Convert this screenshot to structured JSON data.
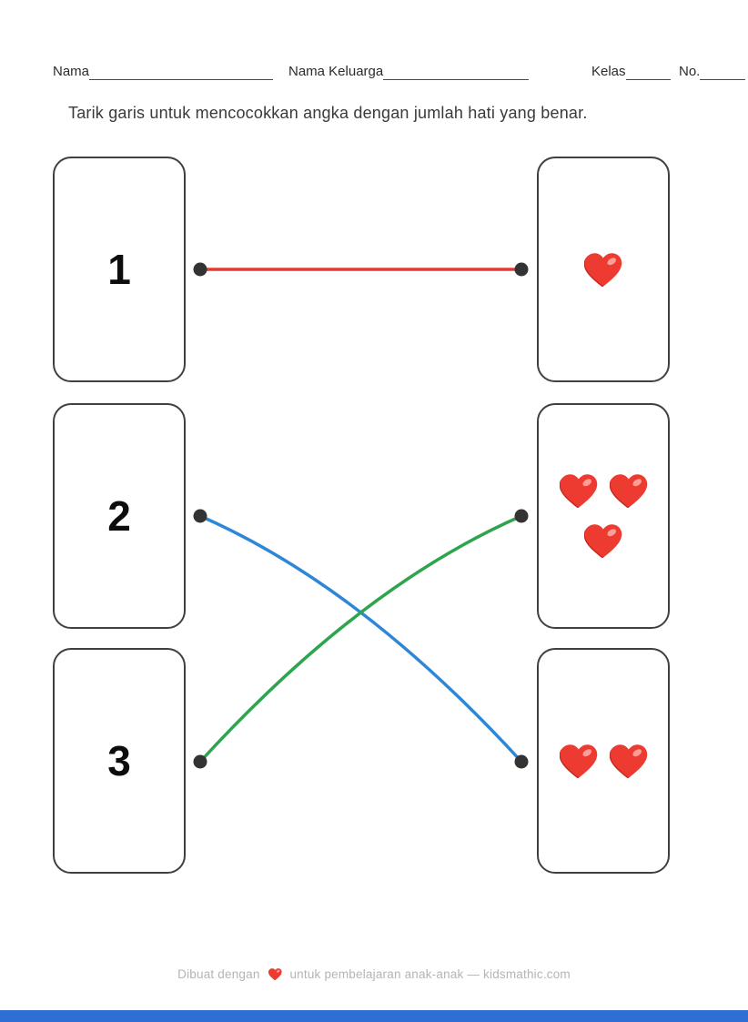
{
  "header": {
    "fields": [
      {
        "label": "Nama"
      },
      {
        "label": "Nama Keluarga"
      },
      {
        "label": "Kelas"
      },
      {
        "label": "No."
      }
    ]
  },
  "instruction": "Tarik garis untuk mencocokkan angka dengan jumlah hati yang benar.",
  "matching": {
    "left_cards": [
      {
        "number": "1"
      },
      {
        "number": "2"
      },
      {
        "number": "3"
      }
    ],
    "right_cards": [
      {
        "heart_count": 1
      },
      {
        "heart_count": 3
      },
      {
        "heart_count": 2
      }
    ],
    "connections": [
      {
        "from": "1",
        "to_hearts": 1,
        "color": "#e23b33"
      },
      {
        "from": "2",
        "to_hearts": 2,
        "color": "#2d86d8"
      },
      {
        "from": "3",
        "to_hearts": 3,
        "color": "#2fa44e"
      }
    ]
  },
  "footer": {
    "text_before_heart": "Dibuat dengan",
    "heart_icon": "red-heart-icon",
    "text_after_heart": "untuk pembelajaran anak-anak — kidsmathic.com"
  },
  "colors": {
    "dot": "#333333",
    "card_border": "#404040",
    "heart_main": "#ee3b32",
    "heart_shadow": "#c4261e",
    "heart_highlight": "#ff9e95",
    "footer_heart": "#e8343c",
    "bottom_bar": "#2e6fd6"
  }
}
